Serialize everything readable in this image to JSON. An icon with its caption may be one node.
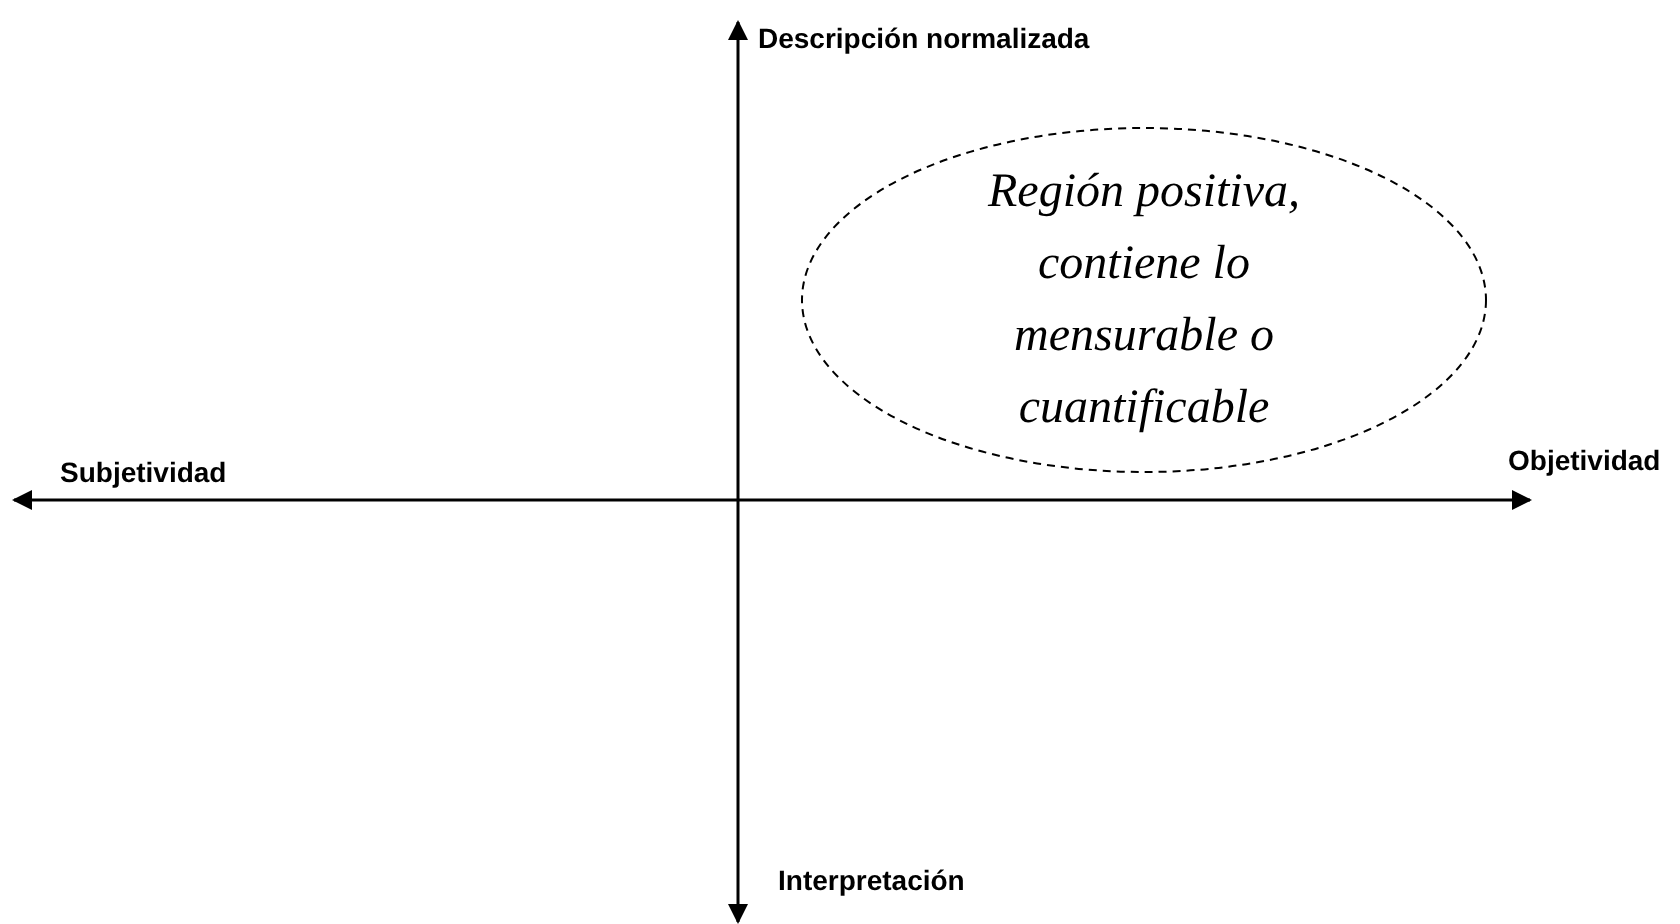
{
  "diagram": {
    "nodes": [
      {
        "text": [
          "Región positiva, contiene lo mensurable o cuantificable"
        ]
      }
    ],
    "labels": [
      "Descripción normalizada",
      "Subjetividad",
      "Objetividad",
      "Interpretación"
    ]
  }
}
